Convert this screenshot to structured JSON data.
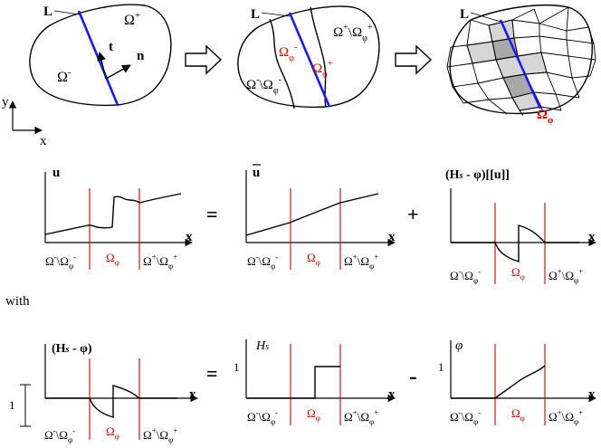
{
  "labels": {
    "interface": "L",
    "omega": "Ω",
    "plus": "+",
    "minus": "-",
    "phi": "φ",
    "backslash": "\\",
    "t": "t",
    "n": "n",
    "x": "x",
    "y": "y",
    "u": "u",
    "ubar": "u",
    "Hs": "Hs",
    "Hs_H": "H",
    "Hs_s": "s",
    "Hs_minus_phi_left": "(H",
    "Hs_minus_phi_right": " - φ)",
    "jump_u": "[[u]]",
    "one": "1",
    "with": "with",
    "equals": "=",
    "add": "+",
    "subtract": "-"
  },
  "colors": {
    "interface": "#1a1aff",
    "band": "#d40000",
    "mesh_light": "#d6d6d6",
    "mesh_dark": "#a8a8a8"
  },
  "icons": [
    "right-arrow-icon",
    "right-arrow-icon"
  ]
}
